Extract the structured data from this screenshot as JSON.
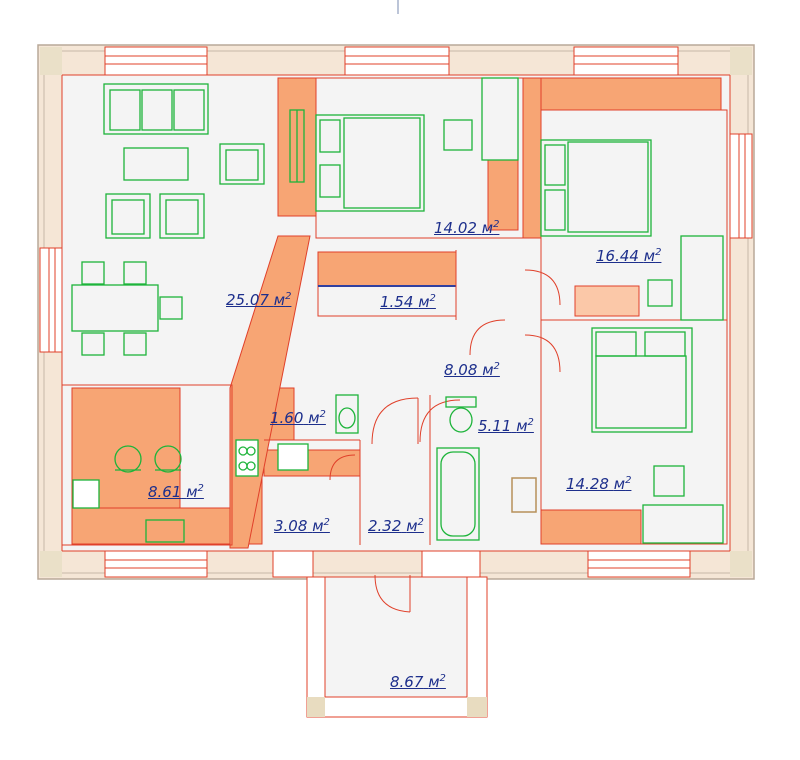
{
  "plan": {
    "unit": "м",
    "unit_superscript": "2",
    "rooms": [
      {
        "id": "living",
        "area": "25.07"
      },
      {
        "id": "bedroom-1",
        "area": "14.02"
      },
      {
        "id": "bedroom-2",
        "area": "16.44"
      },
      {
        "id": "closet",
        "area": "1.54"
      },
      {
        "id": "hall",
        "area": "8.08"
      },
      {
        "id": "wc",
        "area": "1.60"
      },
      {
        "id": "bathroom",
        "area": "5.11"
      },
      {
        "id": "kitchen",
        "area": "8.61"
      },
      {
        "id": "bedroom-3",
        "area": "14.28"
      },
      {
        "id": "boiler",
        "area": "3.08"
      },
      {
        "id": "vestibule",
        "area": "2.32"
      },
      {
        "id": "porch",
        "area": "8.67"
      }
    ]
  },
  "colors": {
    "wall_orange": "#f7a574",
    "wall_outline": "#e0402a",
    "floor": "#f4f4f4",
    "outer_wall": "#f5e6d6",
    "furniture": "#1db43a",
    "label": "#1d2f8c",
    "bath_fixture": "#b6905a"
  }
}
